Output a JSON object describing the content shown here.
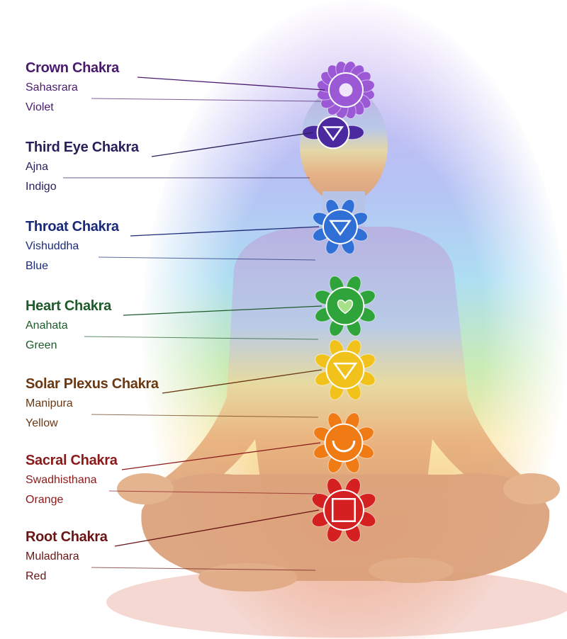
{
  "chakras": [
    {
      "title": "Crown Chakra",
      "sanskrit": "Sahasrara",
      "color_name": "Violet",
      "text_color": "#4a1a6e",
      "fill": "#9b59d6",
      "glyph": "lotus"
    },
    {
      "title": "Third Eye Chakra",
      "sanskrit": "Ajna",
      "color_name": "Indigo",
      "text_color": "#2a1f5a",
      "fill": "#4b2aa0",
      "glyph": "triangle-down"
    },
    {
      "title": "Throat Chakra",
      "sanskrit": "Vishuddha",
      "color_name": "Blue",
      "text_color": "#1b2a78",
      "fill": "#2f6fd6",
      "glyph": "triangle-down"
    },
    {
      "title": "Heart Chakra",
      "sanskrit": "Anahata",
      "color_name": "Green",
      "text_color": "#1f5a2a",
      "fill": "#2fa43a",
      "glyph": "heart"
    },
    {
      "title": "Solar Plexus Chakra",
      "sanskrit": "Manipura",
      "color_name": "Yellow",
      "text_color": "#6a3812",
      "fill": "#f2c21c",
      "glyph": "triangle-down"
    },
    {
      "title": "Sacral Chakra",
      "sanskrit": "Swadhisthana",
      "color_name": "Orange",
      "text_color": "#8a1a1a",
      "fill": "#f07a14",
      "glyph": "crescent"
    },
    {
      "title": "Root Chakra",
      "sanskrit": "Muladhara",
      "color_name": "Red",
      "text_color": "#6a1515",
      "fill": "#d42020",
      "glyph": "square"
    }
  ]
}
